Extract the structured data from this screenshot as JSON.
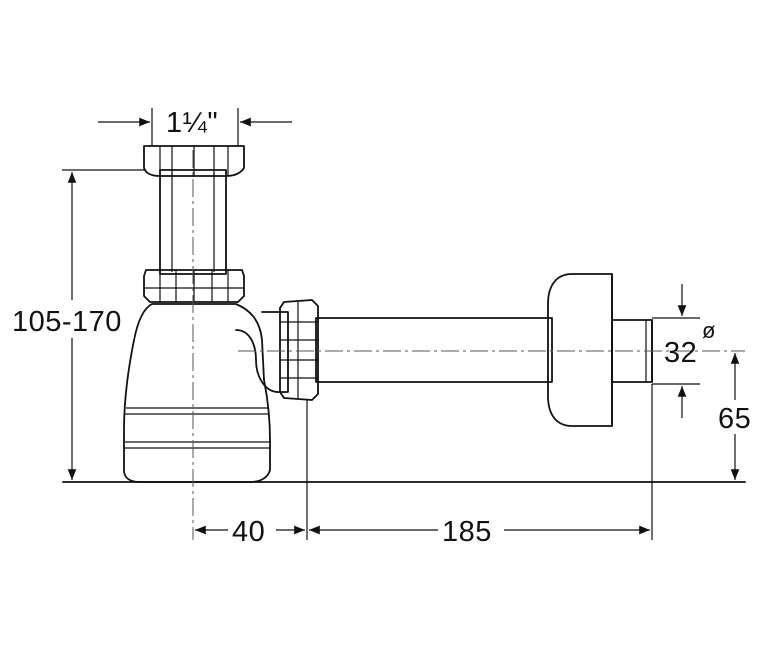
{
  "dimensions": {
    "inlet_thread": "1¼\"",
    "height_range": "105-170",
    "pipe_diameter": "32",
    "diameter_symbol": "ø",
    "outlet_height": "65",
    "offset_trap": "40",
    "length_outlet": "185"
  },
  "colors": {
    "ink": "#111111",
    "body_light": "#f2f2f2",
    "body_mid": "#d6d6d6",
    "body_dark": "#9a9a9a"
  }
}
